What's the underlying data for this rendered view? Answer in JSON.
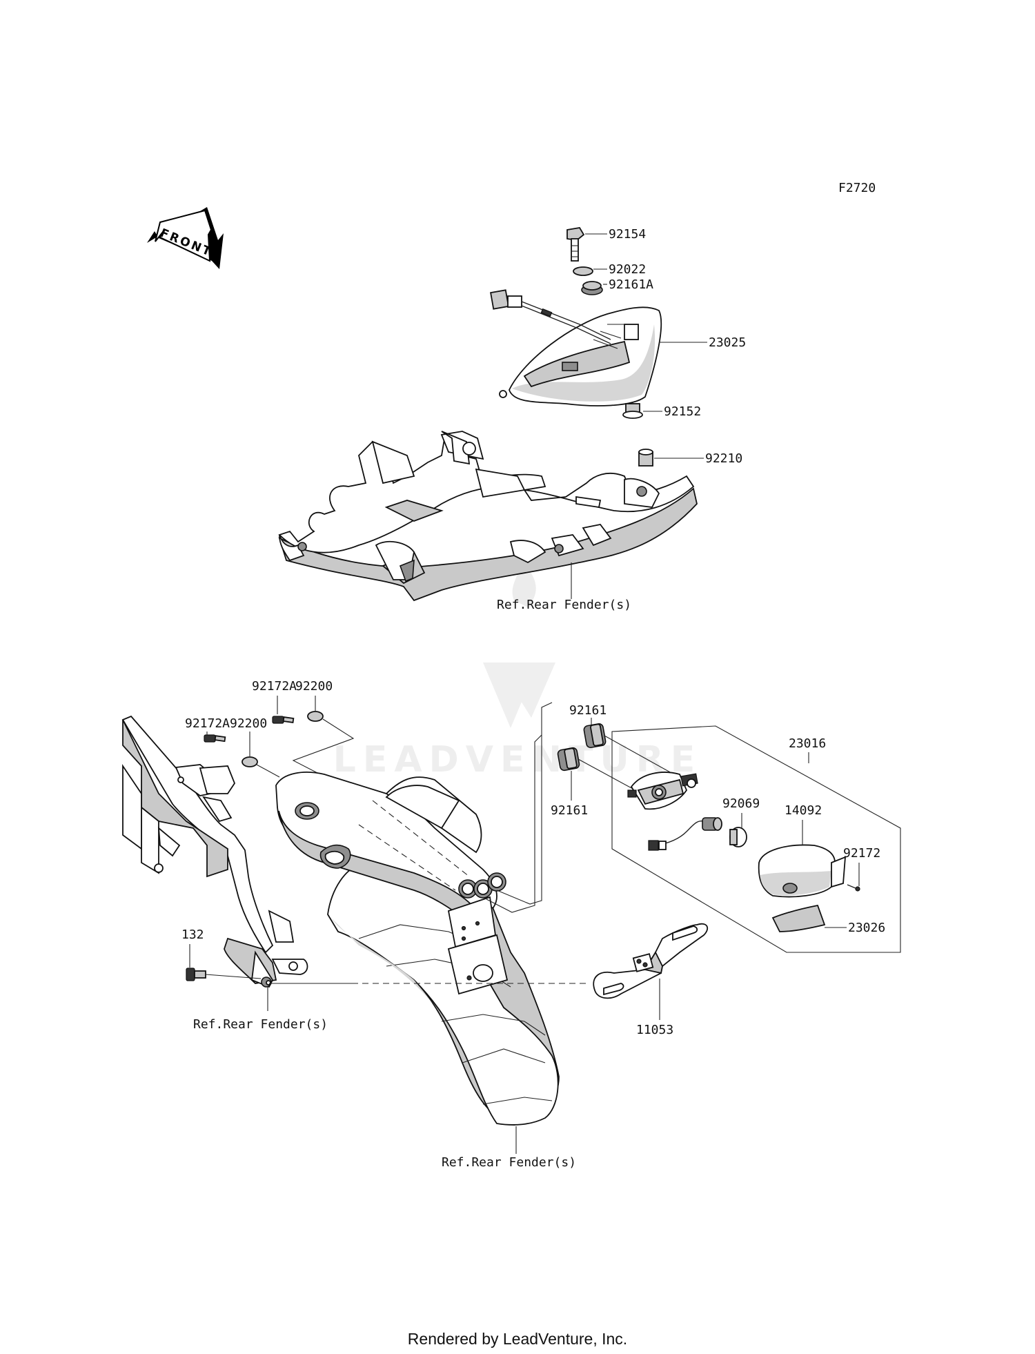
{
  "diagram_code": "F2720",
  "front_arrow_label": "FRONT",
  "watermark": "LEADVENTURE",
  "footer": "Rendered by LeadVenture, Inc.",
  "parts": {
    "p92154": "92154",
    "p92022": "92022",
    "p92161a": "92161A",
    "p23025": "23025",
    "p92152": "92152",
    "p92210": "92210",
    "p92172a_1": "92172A",
    "p92172a_2": "92172A",
    "p92200_1": "92200",
    "p92200_2": "92200",
    "p92161_1": "92161",
    "p92161_2": "92161",
    "p23016": "23016",
    "p92069": "92069",
    "p14092": "14092",
    "p92172": "92172",
    "p23026": "23026",
    "p132": "132",
    "p11053": "11053"
  },
  "refs": {
    "rear_fender_top": "Ref.Rear Fender(s)",
    "rear_fender_left": "Ref.Rear Fender(s)",
    "rear_fender_bottom": "Ref.Rear Fender(s)"
  }
}
